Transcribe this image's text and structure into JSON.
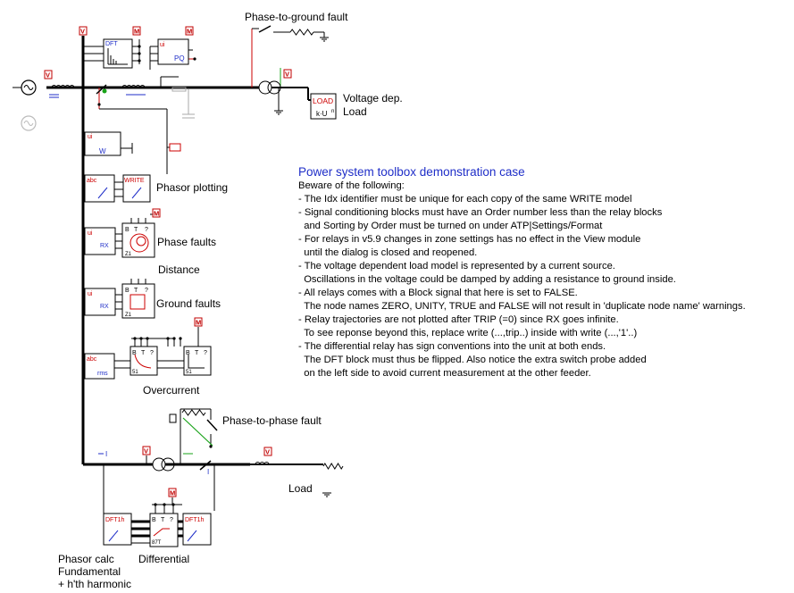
{
  "labels": {
    "phase_to_ground_fault": "Phase-to-ground fault",
    "voltage_dep_load": [
      "Voltage dep.",
      "Load"
    ],
    "phasor_plotting": "Phasor plotting",
    "phase_faults": "Phase faults",
    "distance": "Distance",
    "ground_faults": "Ground faults",
    "overcurrent": "Overcurrent",
    "phase_to_phase_fault": "Phase-to-phase fault",
    "load": "Load",
    "phasor_calc": [
      "Phasor calc",
      "Fundamental",
      "+ h'th harmonic"
    ],
    "differential": "Differential"
  },
  "block_text": {
    "v_probe": "V",
    "m_probe": "M",
    "dft": "DFT",
    "ui": "ui",
    "pq": "PQ",
    "w": "W",
    "abc": "abc",
    "write": "WRITE",
    "rx": "RX",
    "rms": "rms",
    "load": "LOAD",
    "load_k": "k·U",
    "load_exp": "n",
    "dft1h": "DFT1h",
    "b": "B",
    "t": "T",
    "q": "?",
    "z1": "Z1",
    "s1": "51",
    "p87t": "87T",
    "i": "I"
  },
  "notes": {
    "title": "Power system toolbox demonstration case",
    "lines": [
      "Beware of the following:",
      "- The Idx identifier must be unique for each copy of the same WRITE model",
      "- Signal conditioning blocks must have an Order number less than the relay blocks",
      "  and Sorting by Order must be turned on under ATP|Settings/Format",
      "- For relays in v5.9 changes in zone settings has no effect in the View module",
      "  until the dialog is closed and reopened.",
      "- The voltage dependent load model is represented by a current source.",
      "  Oscillations in the voltage could be damped by adding a resistance to ground inside.",
      "- All relays comes with a Block signal that here is set to FALSE.",
      "  The node names ZERO, UNITY, TRUE and FALSE will not result in 'duplicate node name' warnings.",
      "- Relay trajectories are not plotted after TRIP (=0) since RX goes infinite.",
      "  To see reponse beyond this, replace write (...,trip..) inside with write (...,'1'..)",
      "- The differential relay has sign conventions into the unit at both ends.",
      "  The DFT block must thus be flipped. Also notice the extra switch probe added",
      "  on the left side to avoid current measurement at the other feeder."
    ]
  },
  "colors": {
    "wire": "#000000",
    "probe_red": "#c00000",
    "block_blue": "#1f2ec8",
    "fault_red": "#cc0000",
    "switch_green": "#1aa31a",
    "probe_fill": "#ffffff"
  }
}
